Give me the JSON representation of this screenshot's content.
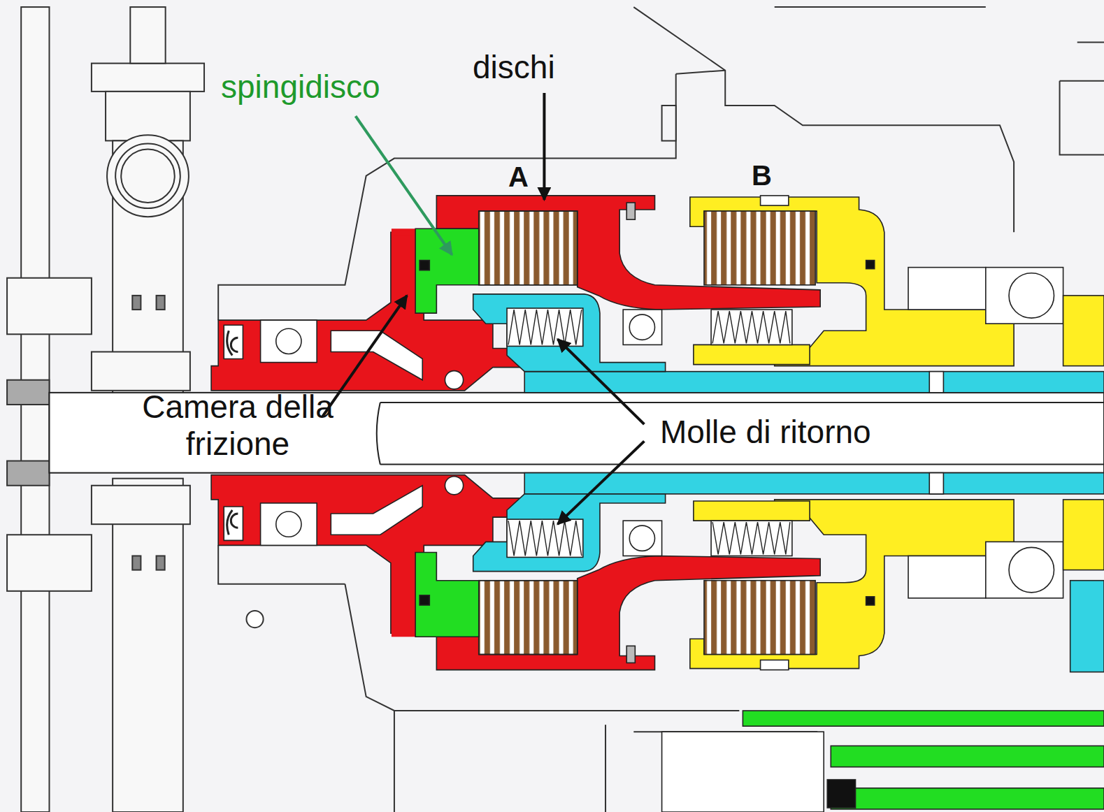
{
  "diagram": {
    "labels": [
      "spingidisco",
      "dischi",
      "A",
      "B",
      "Camera della frizione",
      "Molle di ritorno"
    ]
  }
}
